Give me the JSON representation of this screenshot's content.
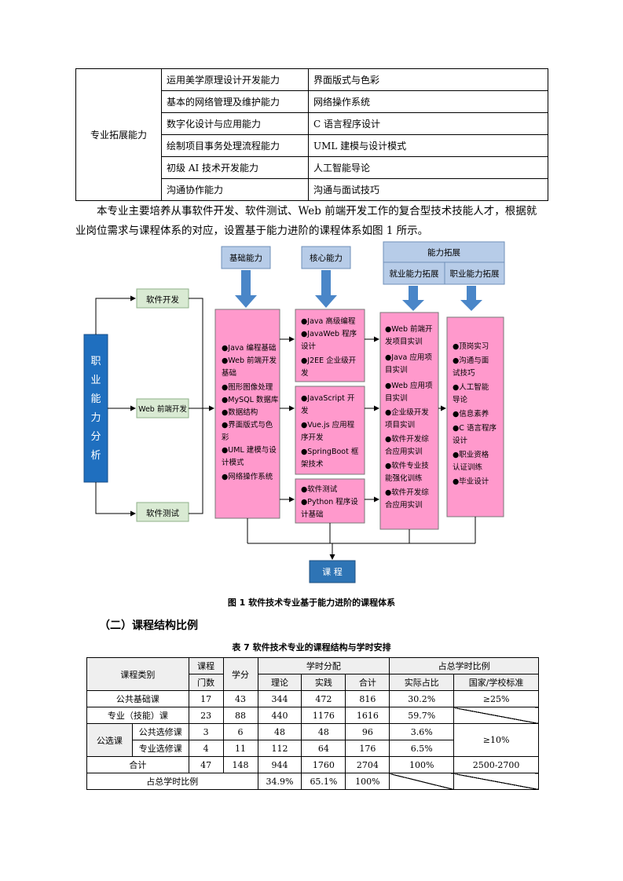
{
  "ability_table": {
    "category": "专业拓展能力",
    "rows": [
      {
        "ability": "运用美学原理设计开发能力",
        "course": "界面版式与色彩"
      },
      {
        "ability": "基本的网络管理及维护能力",
        "course": "网络操作系统"
      },
      {
        "ability": "数字化设计与应用能力",
        "course": "C 语言程序设计"
      },
      {
        "ability": "绘制项目事务处理流程能力",
        "course": "UML 建模与设计模式"
      },
      {
        "ability": "初级 AI 技术开发能力",
        "course": "人工智能导论"
      },
      {
        "ability": "沟通协作能力",
        "course": "沟通与面试技巧"
      }
    ]
  },
  "paragraph": "本专业主要培养从事软件开发、软件测试、Web 前端开发工作的复合型技术技能人才，根据就业岗位需求与课程体系的对应，设置基于能力进阶的课程体系如图 1 所示。",
  "diagram": {
    "job_analysis": [
      "职",
      "业",
      "能",
      "力",
      "分",
      "析"
    ],
    "jobs": [
      "软件开发",
      "Web 前端开发",
      "软件测试"
    ],
    "headers": {
      "basic": "基础能力",
      "core": "核心能力",
      "ext": "能力拓展",
      "ext_job": "就业能力拓展",
      "ext_career": "职业能力拓展"
    },
    "basic_lines": [
      "●Java 编程基础",
      "●Web 前端开发",
      "基础",
      "●图形图像处理",
      "●MySQL 数据库",
      "●数据结构",
      "●界面版式与色",
      "彩",
      "●UML 建模与设",
      "计模式",
      "●网络操作系统"
    ],
    "core1_lines": [
      "●Java 高级编程",
      "●JavaWeb 程序",
      "设计",
      "●J2EE 企业级开",
      "发"
    ],
    "core2_lines": [
      "●JavaScript 开",
      "发",
      "●Vue.js 应用程",
      "序开发",
      "●SpringBoot 框",
      "架技术"
    ],
    "core3_lines": [
      "●软件测试",
      "●Python 程序设",
      "计基础"
    ],
    "job_ext_lines": [
      "●Web 前端开",
      "发项目实训",
      "●Java 应用项",
      "目实训",
      "●Web 应用项",
      "目实训",
      "●企业级开发",
      "项目实训",
      "●软件开发综",
      "合应用实训",
      "●软件专业技",
      "能强化训练",
      "●软件开发综",
      "合应用实训"
    ],
    "career_ext_lines": [
      "●顶岗实习",
      "●沟通与面",
      "试技巧",
      "●人工智能",
      "导论",
      "●信息素养",
      "●C 语言程序",
      "设计",
      "●职业资格",
      "认证训练",
      "●毕业设计"
    ],
    "output": "课 程"
  },
  "figure_caption": "图 1  软件技术专业基于能力进阶的课程体系",
  "section_title": "（二）课程结构比例",
  "table_caption": "表 7  软件技术专业的课程结构与学时安排",
  "structure_table": {
    "headers": {
      "category": "课程类别",
      "count": "课程",
      "count2": "门数",
      "credits": "学分",
      "hours": "学时分配",
      "theory": "理论",
      "practice": "实践",
      "total": "合计",
      "ratio": "占总学时比例",
      "actual": "实际占比",
      "standard": "国家/学校标准"
    },
    "public_basic": {
      "label": "公共基础课",
      "count": "17",
      "credits": "43",
      "theory": "344",
      "practice": "472",
      "total": "816",
      "actual": "30.2%",
      "standard": "≥25%"
    },
    "professional": {
      "label": "专业（技能）课",
      "count": "23",
      "credits": "88",
      "theory": "440",
      "practice": "1176",
      "total": "1616",
      "actual": "59.7%"
    },
    "elective_group": "公选课",
    "public_elective": {
      "label": "公共选修课",
      "count": "3",
      "credits": "6",
      "theory": "48",
      "practice": "48",
      "total": "96",
      "actual": "3.6%"
    },
    "pro_elective": {
      "label": "专业选修课",
      "count": "4",
      "credits": "11",
      "theory": "112",
      "practice": "64",
      "total": "176",
      "actual": "6.5%"
    },
    "elective_standard": "≥10%",
    "sum": {
      "label": "合计",
      "count": "47",
      "credits": "148",
      "theory": "944",
      "practice": "1760",
      "total": "2704",
      "actual": "100%",
      "standard": "2500-2700"
    },
    "share": {
      "label": "占总学时比例",
      "theory": "34.9%",
      "practice": "65.1%",
      "total": "100%"
    }
  }
}
